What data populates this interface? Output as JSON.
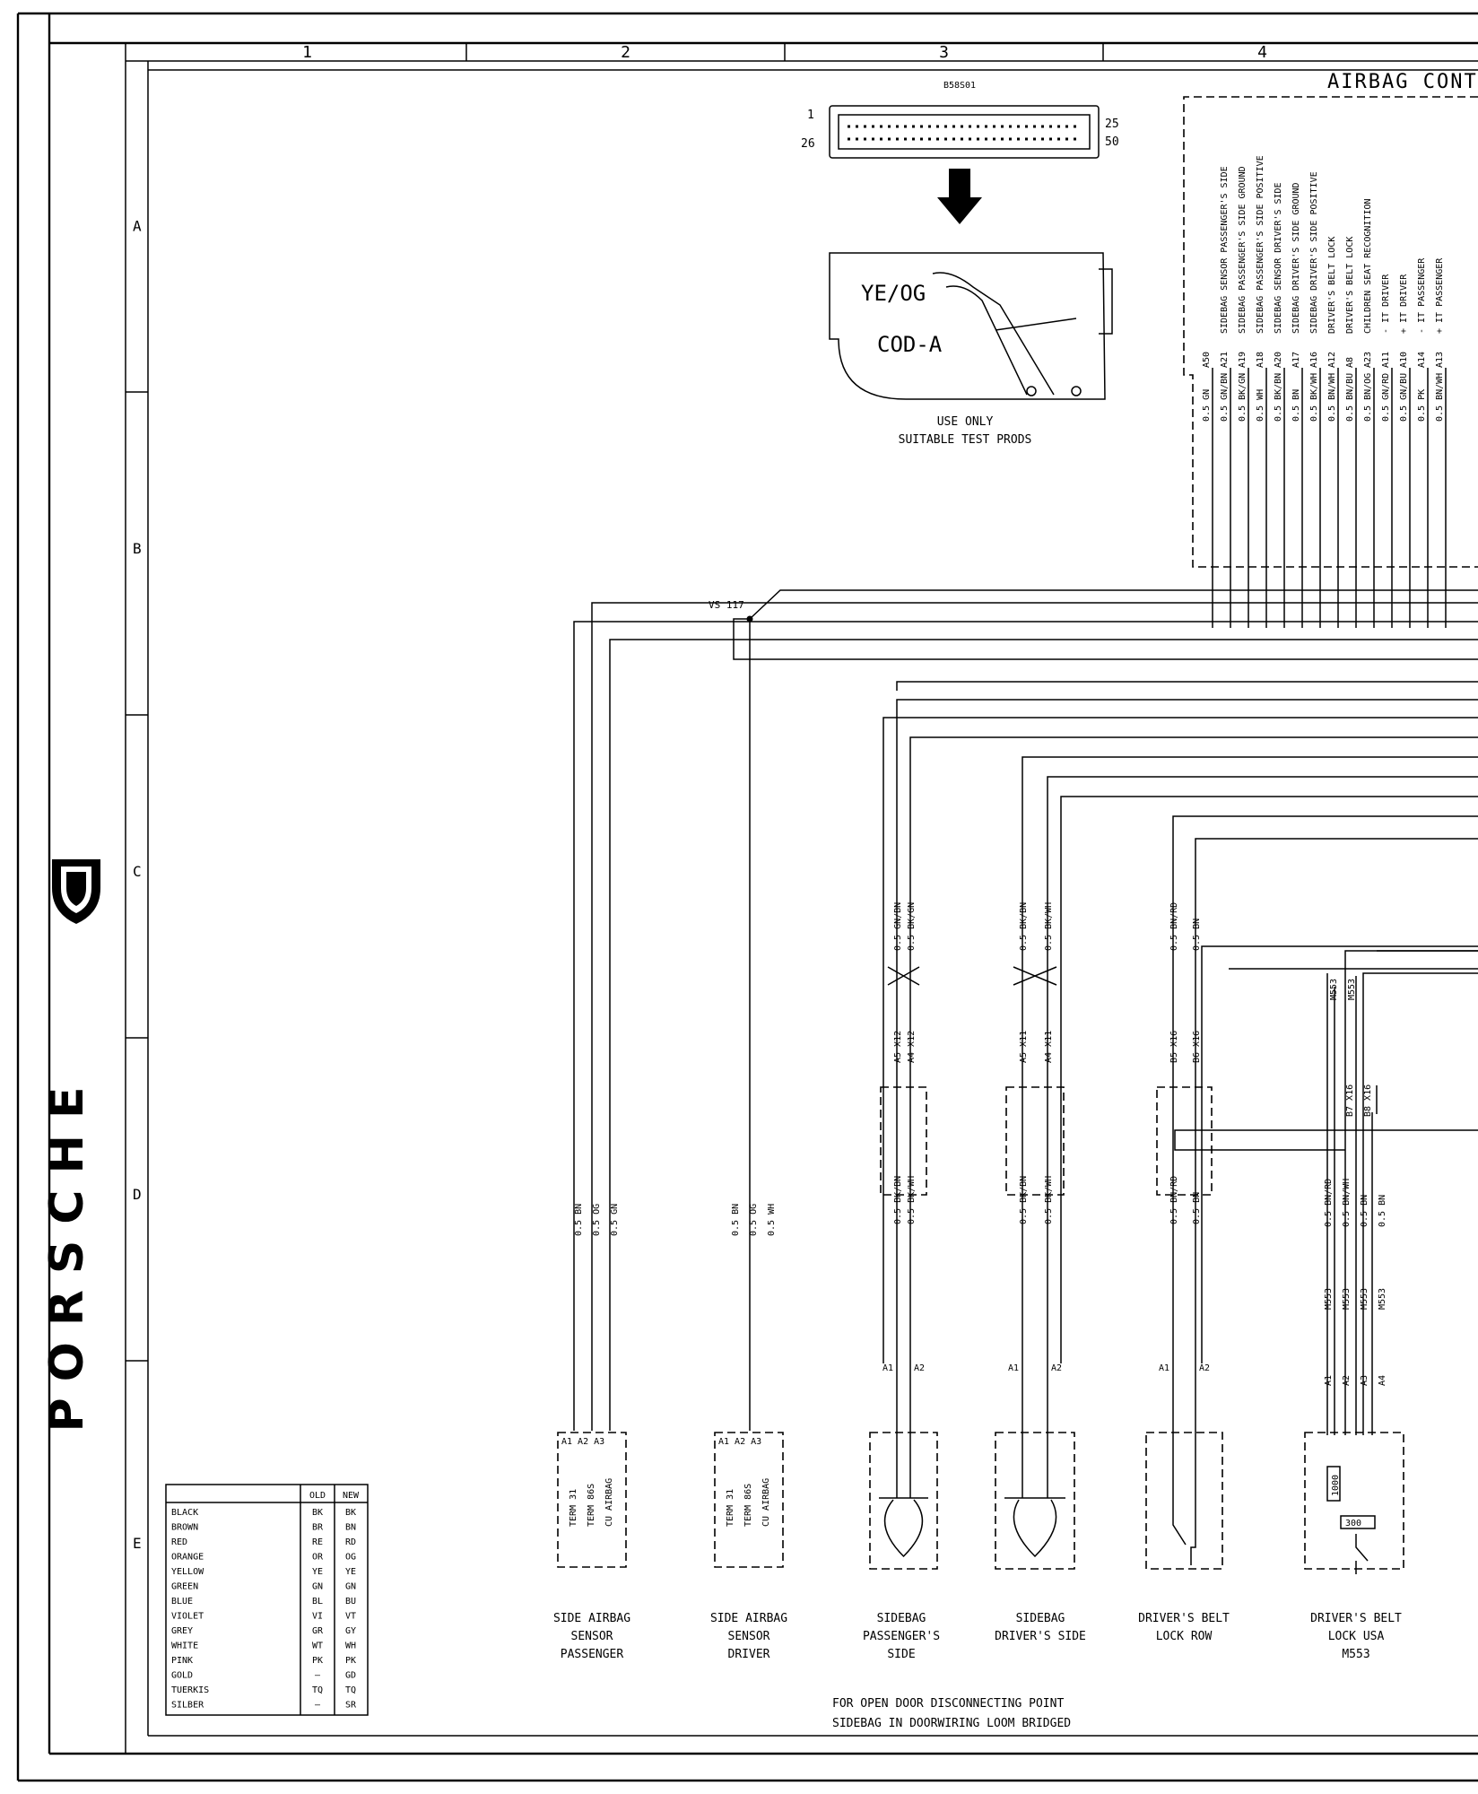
{
  "columns": [
    "1",
    "2",
    "3",
    "4"
  ],
  "rows": [
    "A",
    "B",
    "C",
    "D",
    "E"
  ],
  "brand": "PORSCHE",
  "title": "AIRBAG CONTR",
  "connector": {
    "name": "B58S01",
    "pin_left_top": "1",
    "pin_left_bottom": "26",
    "pin_right_top": "25",
    "pin_right_bottom": "50",
    "color_code": "YE/OG",
    "coding": "COD-A",
    "note_line1": "USE ONLY",
    "note_line2": "SUITABLE TEST PRODS"
  },
  "control_unit_pins": [
    {
      "pin": "A50",
      "wire": "0.5 GN",
      "desc": ""
    },
    {
      "pin": "A21",
      "wire": "0.5 GN/BN",
      "desc": "SIDEBAG SENSOR PASSENGER'S SIDE"
    },
    {
      "pin": "A19",
      "wire": "0.5 BK/GN",
      "desc": "SIDEBAG PASSENGER'S SIDE GROUND"
    },
    {
      "pin": "A18",
      "wire": "0.5 WH",
      "desc": "SIDEBAG PASSENGER'S SIDE POSITIVE"
    },
    {
      "pin": "A20",
      "wire": "0.5 BK/BN",
      "desc": "SIDEBAG SENSOR DRIVER'S SIDE"
    },
    {
      "pin": "A17",
      "wire": "0.5 BN",
      "desc": "SIDEBAG DRIVER'S SIDE GROUND"
    },
    {
      "pin": "A16",
      "wire": "0.5 BK/WH",
      "desc": "SIDEBAG DRIVER'S SIDE POSITIVE"
    },
    {
      "pin": "A12",
      "wire": "0.5 BN/WH",
      "desc": "DRIVER'S BELT LOCK"
    },
    {
      "pin": "A8",
      "wire": "0.5 BN/BU",
      "desc": "DRIVER'S BELT LOCK"
    },
    {
      "pin": "A23",
      "wire": "0.5 BN/OG",
      "desc": "CHILDREN SEAT  RECOGNITION"
    },
    {
      "pin": "A11",
      "wire": "0.5 GN/RD",
      "desc": "- IT DRIVER"
    },
    {
      "pin": "A10",
      "wire": "0.5 GN/BU",
      "desc": "+ IT DRIVER"
    },
    {
      "pin": "A14",
      "wire": "0.5 PK",
      "desc": "- IT PASSENGER"
    },
    {
      "pin": "A13",
      "wire": "0.5 BN/WH",
      "desc": "+ IT PASSENGER"
    }
  ],
  "splice": "VS 117",
  "sensor_pass": {
    "wires": [
      "0.5 BN",
      "0.5 OG",
      "0.5 GN"
    ],
    "pins": "A1 A2 A3",
    "inner": [
      "TERM 31",
      "TERM 86S",
      "CU AIRBAG"
    ],
    "label": [
      "SIDE AIRBAG",
      "SENSOR",
      "PASSENGER"
    ]
  },
  "sensor_drv": {
    "wires": [
      "0.5 BN",
      "0.5 OG",
      "0.5 WH"
    ],
    "pins": "A1 A2 A3",
    "inner": [
      "TERM 31",
      "TERM 86S",
      "CU AIRBAG"
    ],
    "label": [
      "SIDE AIRBAG",
      "SENSOR",
      "DRIVER"
    ]
  },
  "sidebag_pass": {
    "upper_wires": [
      "0.5 GN/BN",
      "0.5 BK/GN"
    ],
    "conn": [
      "A5 X12",
      "A4 X12"
    ],
    "lower_wires": [
      "0.5 BK/BN",
      "0.5 BK/WH"
    ],
    "pins": [
      "A1",
      "A2"
    ],
    "label": [
      "SIDEBAG",
      "PASSENGER'S",
      "SIDE"
    ]
  },
  "sidebag_drv": {
    "upper_wires": [
      "0.5 BK/BN",
      "0.5 BK/WH"
    ],
    "conn": [
      "A5 X11",
      "A4 X11"
    ],
    "lower_wires": [
      "0.5 BK/BN",
      "0.5 BK/WH"
    ],
    "pins": [
      "A1",
      "A2"
    ],
    "label": [
      "SIDEBAG",
      "DRIVER'S SIDE"
    ]
  },
  "belt_row": {
    "upper_wires": [
      "0.5 BN/RD",
      "0.5 BN"
    ],
    "conn": [
      "B5 X16",
      "B6 X16"
    ],
    "lower_wires": [
      "0.5 BN/RD",
      "0.5 BN"
    ],
    "pins": [
      "A1",
      "A2"
    ],
    "label": [
      "DRIVER'S BELT",
      "LOCK ROW"
    ]
  },
  "belt_usa": {
    "upper_wires": [
      "M553",
      "M553"
    ],
    "conn": [
      "B7 X16",
      "B8 X16"
    ],
    "lower_wires": [
      "0.5 BN/RD",
      "0.5 BN/WH",
      "0.5 BN",
      "0.5 BN"
    ],
    "lower_tags": [
      "M553",
      "M553",
      "M553",
      "M553"
    ],
    "pins": [
      "A1",
      "A2",
      "A3",
      "A4"
    ],
    "inner": [
      "1000",
      "300"
    ],
    "label": [
      "DRIVER'S BELT",
      "LOCK USA",
      "M553"
    ]
  },
  "footnote": [
    "FOR OPEN  DOOR DISCONNECTING POINT",
    "SIDEBAG IN DOORWIRING LOOM BRIDGED"
  ],
  "legend": {
    "headers": [
      "OLD",
      "NEW"
    ],
    "rows": [
      [
        "BLACK",
        "BK",
        "BK"
      ],
      [
        "BROWN",
        "BR",
        "BN"
      ],
      [
        "RED",
        "RE",
        "RD"
      ],
      [
        "ORANGE",
        "OR",
        "OG"
      ],
      [
        "YELLOW",
        "YE",
        "YE"
      ],
      [
        "GREEN",
        "GN",
        "GN"
      ],
      [
        "BLUE",
        "BL",
        "BU"
      ],
      [
        "VIOLET",
        "VI",
        "VT"
      ],
      [
        "GREY",
        "GR",
        "GY"
      ],
      [
        "WHITE",
        "WT",
        "WH"
      ],
      [
        "PINK",
        "PK",
        "PK"
      ],
      [
        "GOLD",
        "—",
        "GD"
      ],
      [
        "TUERKIS",
        "TQ",
        "TQ"
      ],
      [
        "SILBER",
        "—",
        "SR"
      ]
    ]
  }
}
